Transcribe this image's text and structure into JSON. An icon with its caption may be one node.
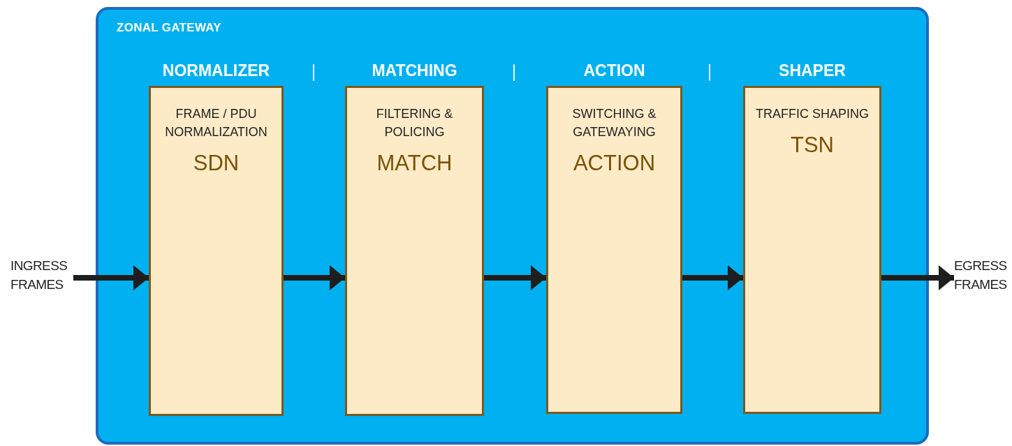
{
  "diagram": {
    "nodes": [
      {
        "text": [
          "ZONAL GATEWAY"
        ]
      },
      {
        "text": [
          "INGRESS FRAMES"
        ]
      },
      {
        "text": [
          "NORMALIZER",
          "FRAME / PDU NORMALIZATION",
          "SDN"
        ],
        "in": 0
      },
      {
        "text": [
          "MATCHING",
          "FILTERING & POLICING",
          "MATCH"
        ],
        "in": 0
      },
      {
        "text": [
          "ACTION",
          "SWITCHING & GATEWAYING",
          "ACTION"
        ],
        "in": 0
      },
      {
        "text": [
          "SHAPER",
          "TRAFFIC SHAPING",
          "TSN"
        ],
        "in": 0
      },
      {
        "text": [
          "EGRESS FRAMES"
        ]
      }
    ],
    "edges": [
      {
        "from": 1,
        "to": 2,
        "arrow": "to"
      },
      {
        "from": 2,
        "to": 3,
        "arrow": "to"
      },
      {
        "from": 3,
        "to": 4,
        "arrow": "to"
      },
      {
        "from": 4,
        "to": 5,
        "arrow": "to"
      },
      {
        "from": 5,
        "to": 6,
        "arrow": "to"
      }
    ]
  }
}
